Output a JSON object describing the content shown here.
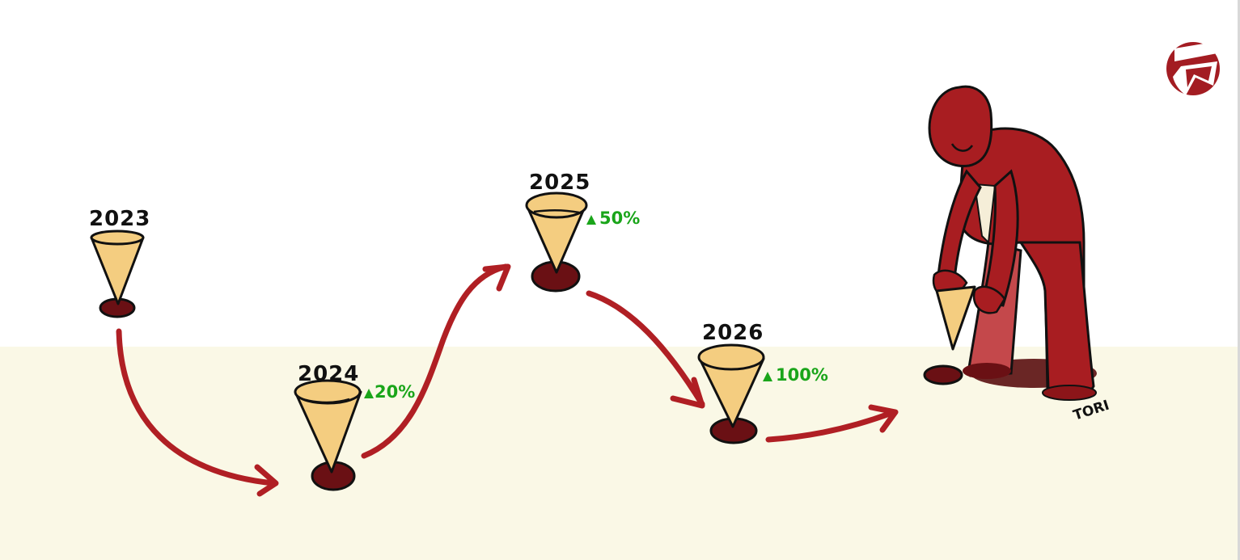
{
  "cones": [
    {
      "year": "2023",
      "change": ""
    },
    {
      "year": "2024",
      "change": "20%"
    },
    {
      "year": "2025",
      "change": "50%"
    },
    {
      "year": "2026",
      "change": "100%"
    }
  ],
  "signature": "TORI",
  "colors": {
    "sky": "#ffffff",
    "floor": "#faf8e6",
    "cone": "#f4cd80",
    "cone_base": "#6a1014",
    "arrow": "#b01f24",
    "figure": "#a81d21",
    "increase": "#1aa51a"
  },
  "icons": {
    "logo": "brand-logo-icon",
    "increase": "up-triangle-icon"
  }
}
